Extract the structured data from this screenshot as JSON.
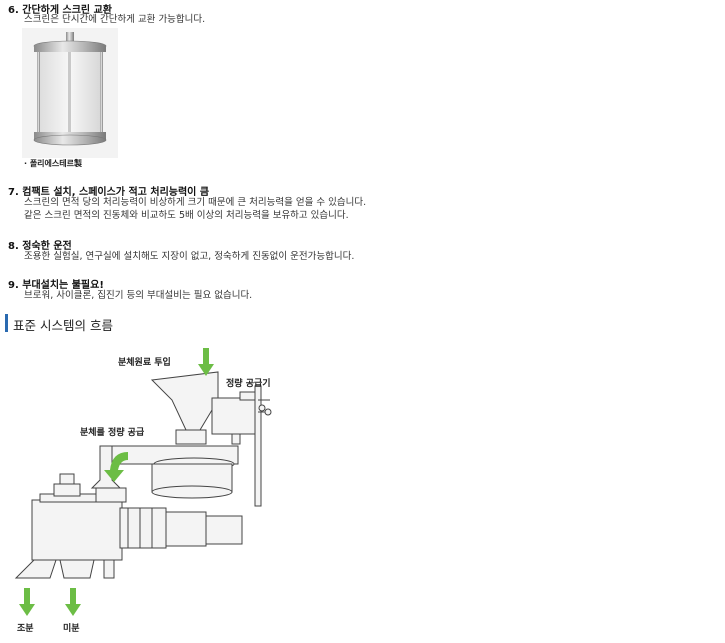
{
  "sections": [
    {
      "title": "6. 간단하게 스크린 교환",
      "lines": [
        "스크린은 단시간에 간단하게 교환 가능합니다."
      ]
    },
    {
      "title": "7. 컴팩트 설치, 스페이스가 적고 처리능력이 큼",
      "lines": [
        "스크린의 면적 당의 처리능력이 비상하게 크기 때문에 큰 처리능력을 얻을 수 있습니다.",
        "같은 스크린 면적의 진동체와 비교하도 5배 이상의 처리능력을 보유하고 있습니다."
      ]
    },
    {
      "title": "8. 정숙한 운전",
      "lines": [
        "조용한 실험실, 연구실에 설치해도 지장이 없고, 정숙하게 진동없이 운전가능합니다."
      ]
    },
    {
      "title": "9. 부대설치는 불필요!",
      "lines": [
        "브로워, 사이클론, 집진기 등의 부대설비는 필요 없습니다."
      ]
    }
  ],
  "screen_image": {
    "caption": "· 폴리에스테르製"
  },
  "flow": {
    "heading": "표준 시스템의 흐름",
    "labels": {
      "input": "분체원료 투입",
      "feeder": "정량 공급기",
      "quant_supply": "분체를 정량 공급",
      "coarse": "조분",
      "fine": "미분"
    },
    "colors": {
      "arrow": "#6cbd45",
      "accent_bar": "#2a6ab0"
    }
  }
}
